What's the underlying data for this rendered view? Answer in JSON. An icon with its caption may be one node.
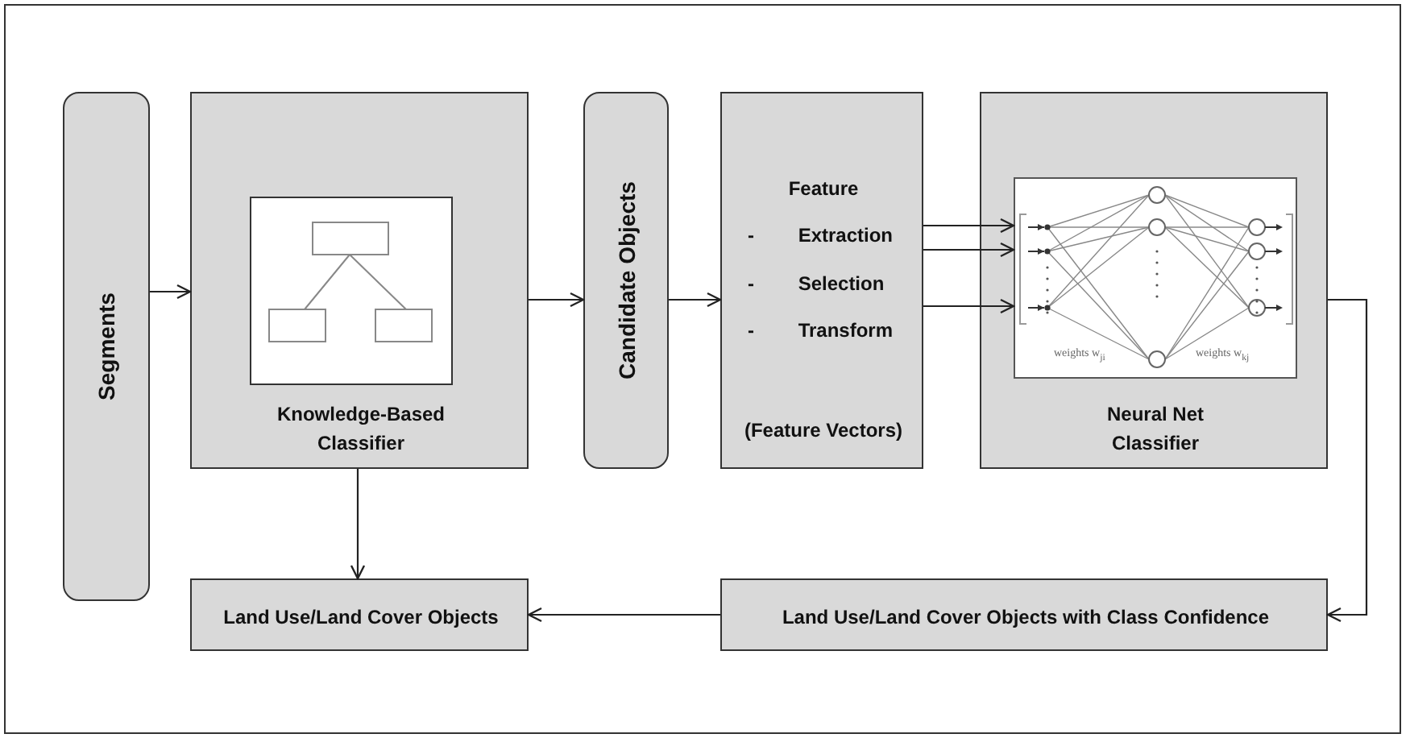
{
  "diagram": {
    "nodes": [
      {
        "text": [
          "Segments"
        ]
      },
      {
        "text": [
          "Knowledge-Based Classifier"
        ]
      },
      {
        "text": [
          "Candidate Objects"
        ]
      },
      {
        "text": [
          "Feature",
          "- Extraction",
          "- Selection",
          "- Transform",
          "(Feature Vectors)"
        ]
      },
      {
        "text": [
          "Neural Net Classifier"
        ]
      },
      {
        "text": [],
        "shape": "picture",
        "in": 4
      },
      {
        "text": [
          "Land Use/Land Cover Objects"
        ]
      },
      {
        "text": [
          "Land Use/Land Cover Objects with Class Confidence"
        ]
      }
    ],
    "edges": [
      {
        "from": 0,
        "to": 1,
        "arrow": "to"
      },
      {
        "from": 1,
        "to": 2,
        "arrow": "to"
      },
      {
        "from": 2,
        "to": 3,
        "arrow": "to"
      },
      {
        "from": 3,
        "to": 5,
        "arrow": "to"
      },
      {
        "from": 3,
        "to": 5,
        "arrow": "to"
      },
      {
        "from": 3,
        "to": 5,
        "arrow": "to"
      },
      {
        "from": 4,
        "to": 7,
        "arrow": "to"
      },
      {
        "from": 1,
        "to": 6,
        "arrow": "to"
      },
      {
        "from": 7,
        "to": 6,
        "arrow": "to"
      }
    ],
    "labels": [
      "weights w$_{ji}$",
      "weights w$_{kj}$"
    ]
  }
}
